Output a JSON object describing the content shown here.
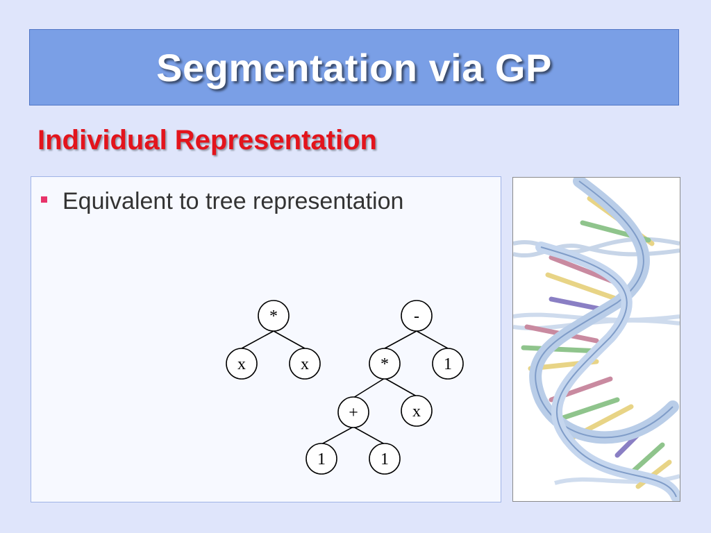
{
  "slide": {
    "title": "Segmentation via GP",
    "subtitle": "Individual Representation",
    "bullets": [
      "Equivalent to tree representation"
    ]
  },
  "trees": {
    "tree1": {
      "root": "*",
      "left": "x",
      "right": "x"
    },
    "tree2": {
      "root": "-",
      "mul": "*",
      "one": "1",
      "plus": "+",
      "x": "x",
      "leaf_left": "1",
      "leaf_right": "1"
    }
  },
  "colors": {
    "background": "#dfe5fb",
    "title_bar": "#7a9fe6",
    "subtitle": "#e3141c",
    "bullet_marker": "#e8336a"
  },
  "image": {
    "subject": "dna-double-helix-illustration"
  }
}
